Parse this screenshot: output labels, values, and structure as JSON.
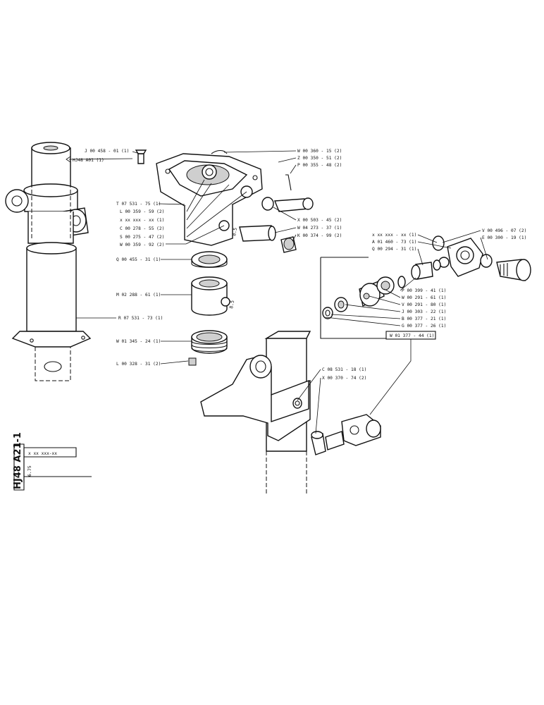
{
  "diagram": {
    "labels": {
      "j_00_458_01": "J 00 458 - 01 (1)",
      "hj48_a01": "HJ48 A01 (1)",
      "w_00_360_15": "W 00 360 - 15 (2)",
      "z_00_350_51": "Z 00 350 - 51 (2)",
      "p_00_355_48": "P 00 355 - 48 (2)",
      "t_07_531_75": "T 07 531 - 75 (1)",
      "l_00_359_59": "L 00 359 - 59 (2)",
      "x_xx_xxx_xx_a": "x xx xxx - xx (1)",
      "c_00_278_55": "C 00 278 - 55 (2)",
      "s_00_275_47": "S 00 275 - 47 (2)",
      "w_00_359_92": "W 00 359 - 92 (2)",
      "x_00_503_45": "X 00 503 - 45 (2)",
      "w_04_273_37": "W 04 273 - 37 (1)",
      "k_00_374_99": "K 00 374 - 99 (2)",
      "q_00_455_31": "Q 00 455 - 31 (1)",
      "m_02_288_61": "M 02 288 - 61 (1)",
      "r_07_531_73": "R 07 531 - 73 (1)",
      "w_01_345_24": "W 01 345 - 24 (1)",
      "l_00_328_31": "L 00 328 - 31 (2)",
      "x_xx_xxx_xx_b": "x xx xxx - xx (1)",
      "a_01_460_73": "A 01 460 - 73 (1)",
      "q_00_294_31": "Q 00 294 - 31 (1)",
      "v_00_496_07": "V 00 496 - 07 (2)",
      "e_00_300_19": "E 00 300 - 19 (1)",
      "p_00_399_41": "P 00 399 - 41 (1)",
      "w_00_291_61": "W 00 291 - 61 (1)",
      "v_00_291_80": "V 00 291 - 80 (1)",
      "j_00_303_22": "J 00 303 - 22 (1)",
      "b_00_377_21": "B 00 377 - 21 (1)",
      "g_00_377_26": "G 00 377 - 26 (1)",
      "w_01_377_44": "W 01 377 - 44 (1)",
      "c_08_531_18": "C 08 531 - 18 (1)",
      "x_00_370_74": "X 00 370 - 74 (2)",
      "part_mark_a": "8.5",
      "part_mark_b": "8.5"
    },
    "title_block": {
      "drawing_number": "HJ48 A21-1",
      "edition": "6.75",
      "reference": "x xx xxx-xx"
    }
  }
}
